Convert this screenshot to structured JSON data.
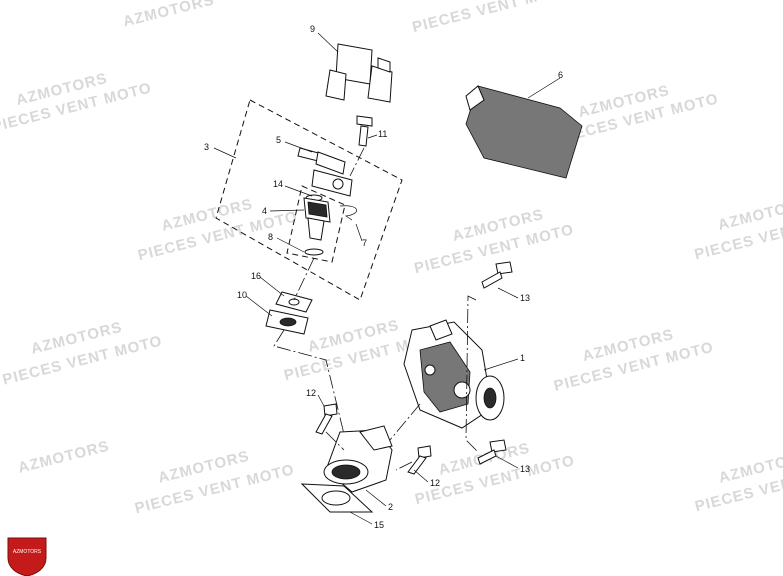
{
  "watermark": {
    "brand": "AZMOTORS",
    "tagline": "PIECES VENT MOTO"
  },
  "logo": {
    "name": "azmotors-shield-logo",
    "text": "AZMOTORS",
    "color": "#c41a1a"
  },
  "callouts": [
    "1",
    "2",
    "3",
    "4",
    "5",
    "6",
    "7",
    "8",
    "9",
    "10",
    "11",
    "12",
    "12",
    "13",
    "13",
    "14",
    "15",
    "16"
  ]
}
